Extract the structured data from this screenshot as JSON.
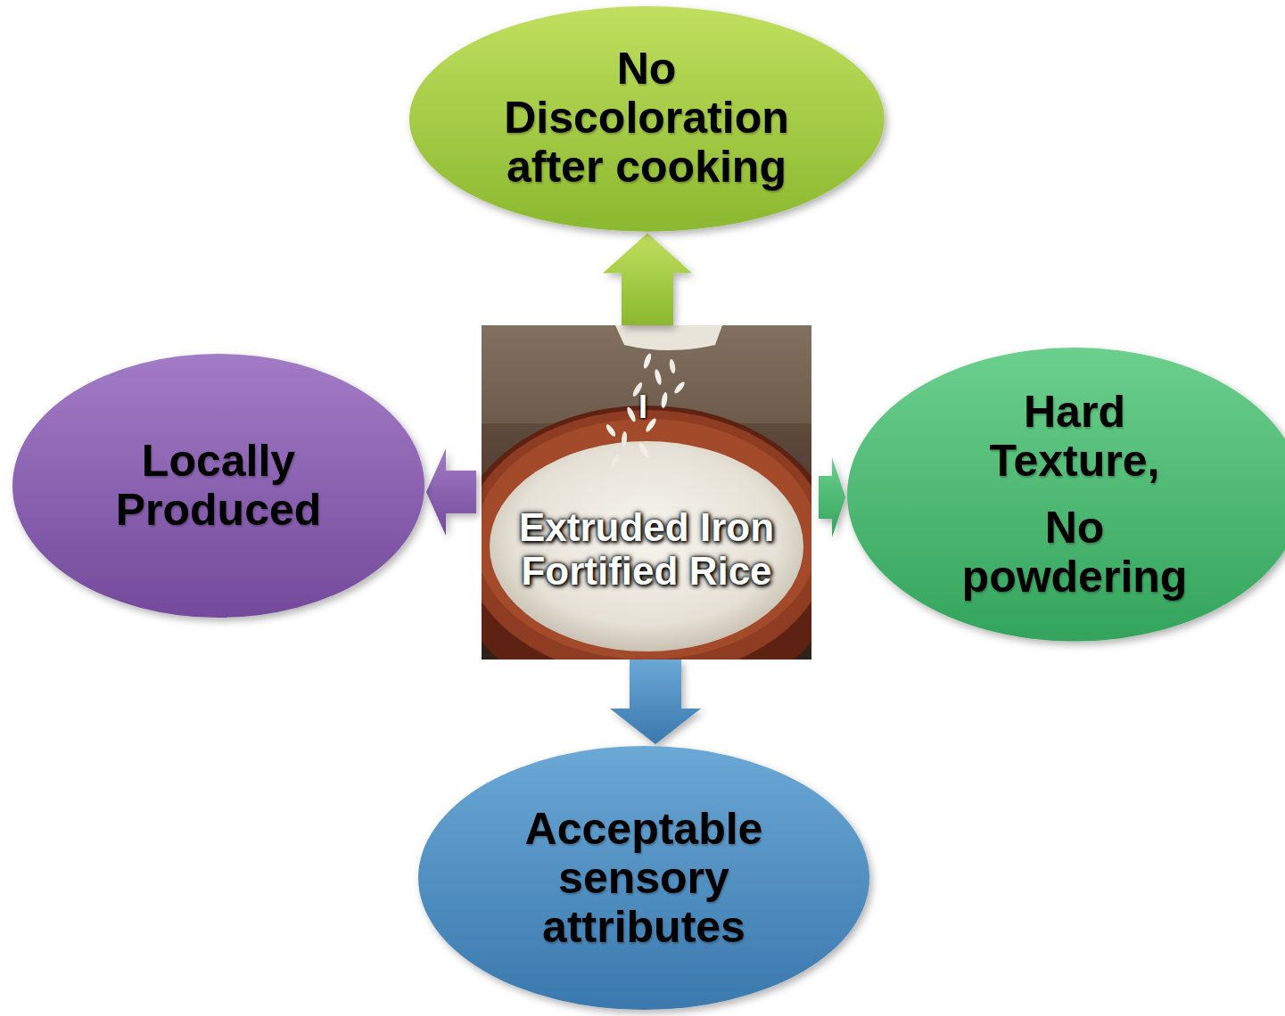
{
  "diagram": {
    "nodes": [
      {
        "text": [
          "No Discoloration after cooking"
        ]
      },
      {
        "text": [
          "Locally Produced"
        ]
      },
      {
        "text": [
          "Extruded Iron Fortified Rice"
        ]
      },
      {
        "text": [
          "Hard Texture,",
          "No powdering"
        ]
      },
      {
        "text": [
          "Acceptable sensory attributes"
        ]
      }
    ],
    "edges": [
      {
        "from": 2,
        "to": 0,
        "arrow": "to"
      },
      {
        "from": 2,
        "to": 3,
        "arrow": "to"
      },
      {
        "from": 2,
        "to": 4,
        "arrow": "to"
      },
      {
        "from": 2,
        "to": 1,
        "arrow": "to"
      }
    ],
    "labels": [
      "I"
    ]
  }
}
